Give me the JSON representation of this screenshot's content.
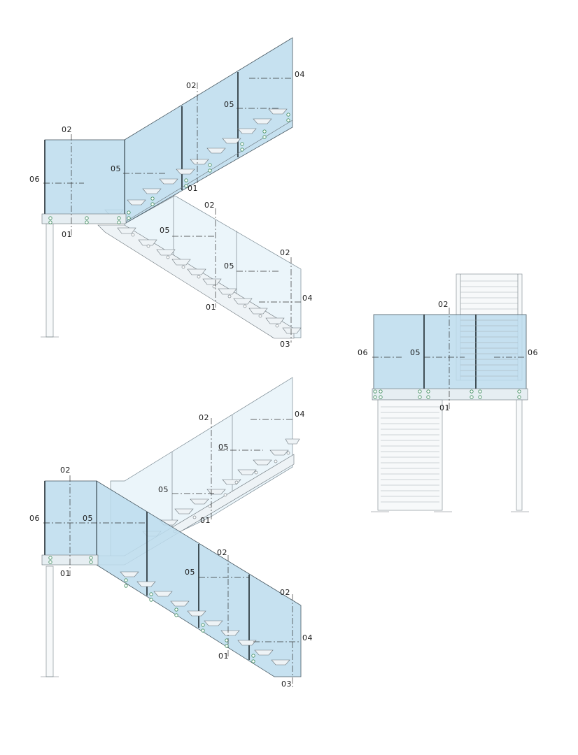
{
  "labels": {
    "c01": "01",
    "c02": "02",
    "c03": "03",
    "c04": "04",
    "c05": "05",
    "c06": "06"
  },
  "colors": {
    "glass": "#bcdced",
    "glass_light": "#dbecf5",
    "bolt_ring": "#3a8a5a",
    "line": "#333333"
  }
}
